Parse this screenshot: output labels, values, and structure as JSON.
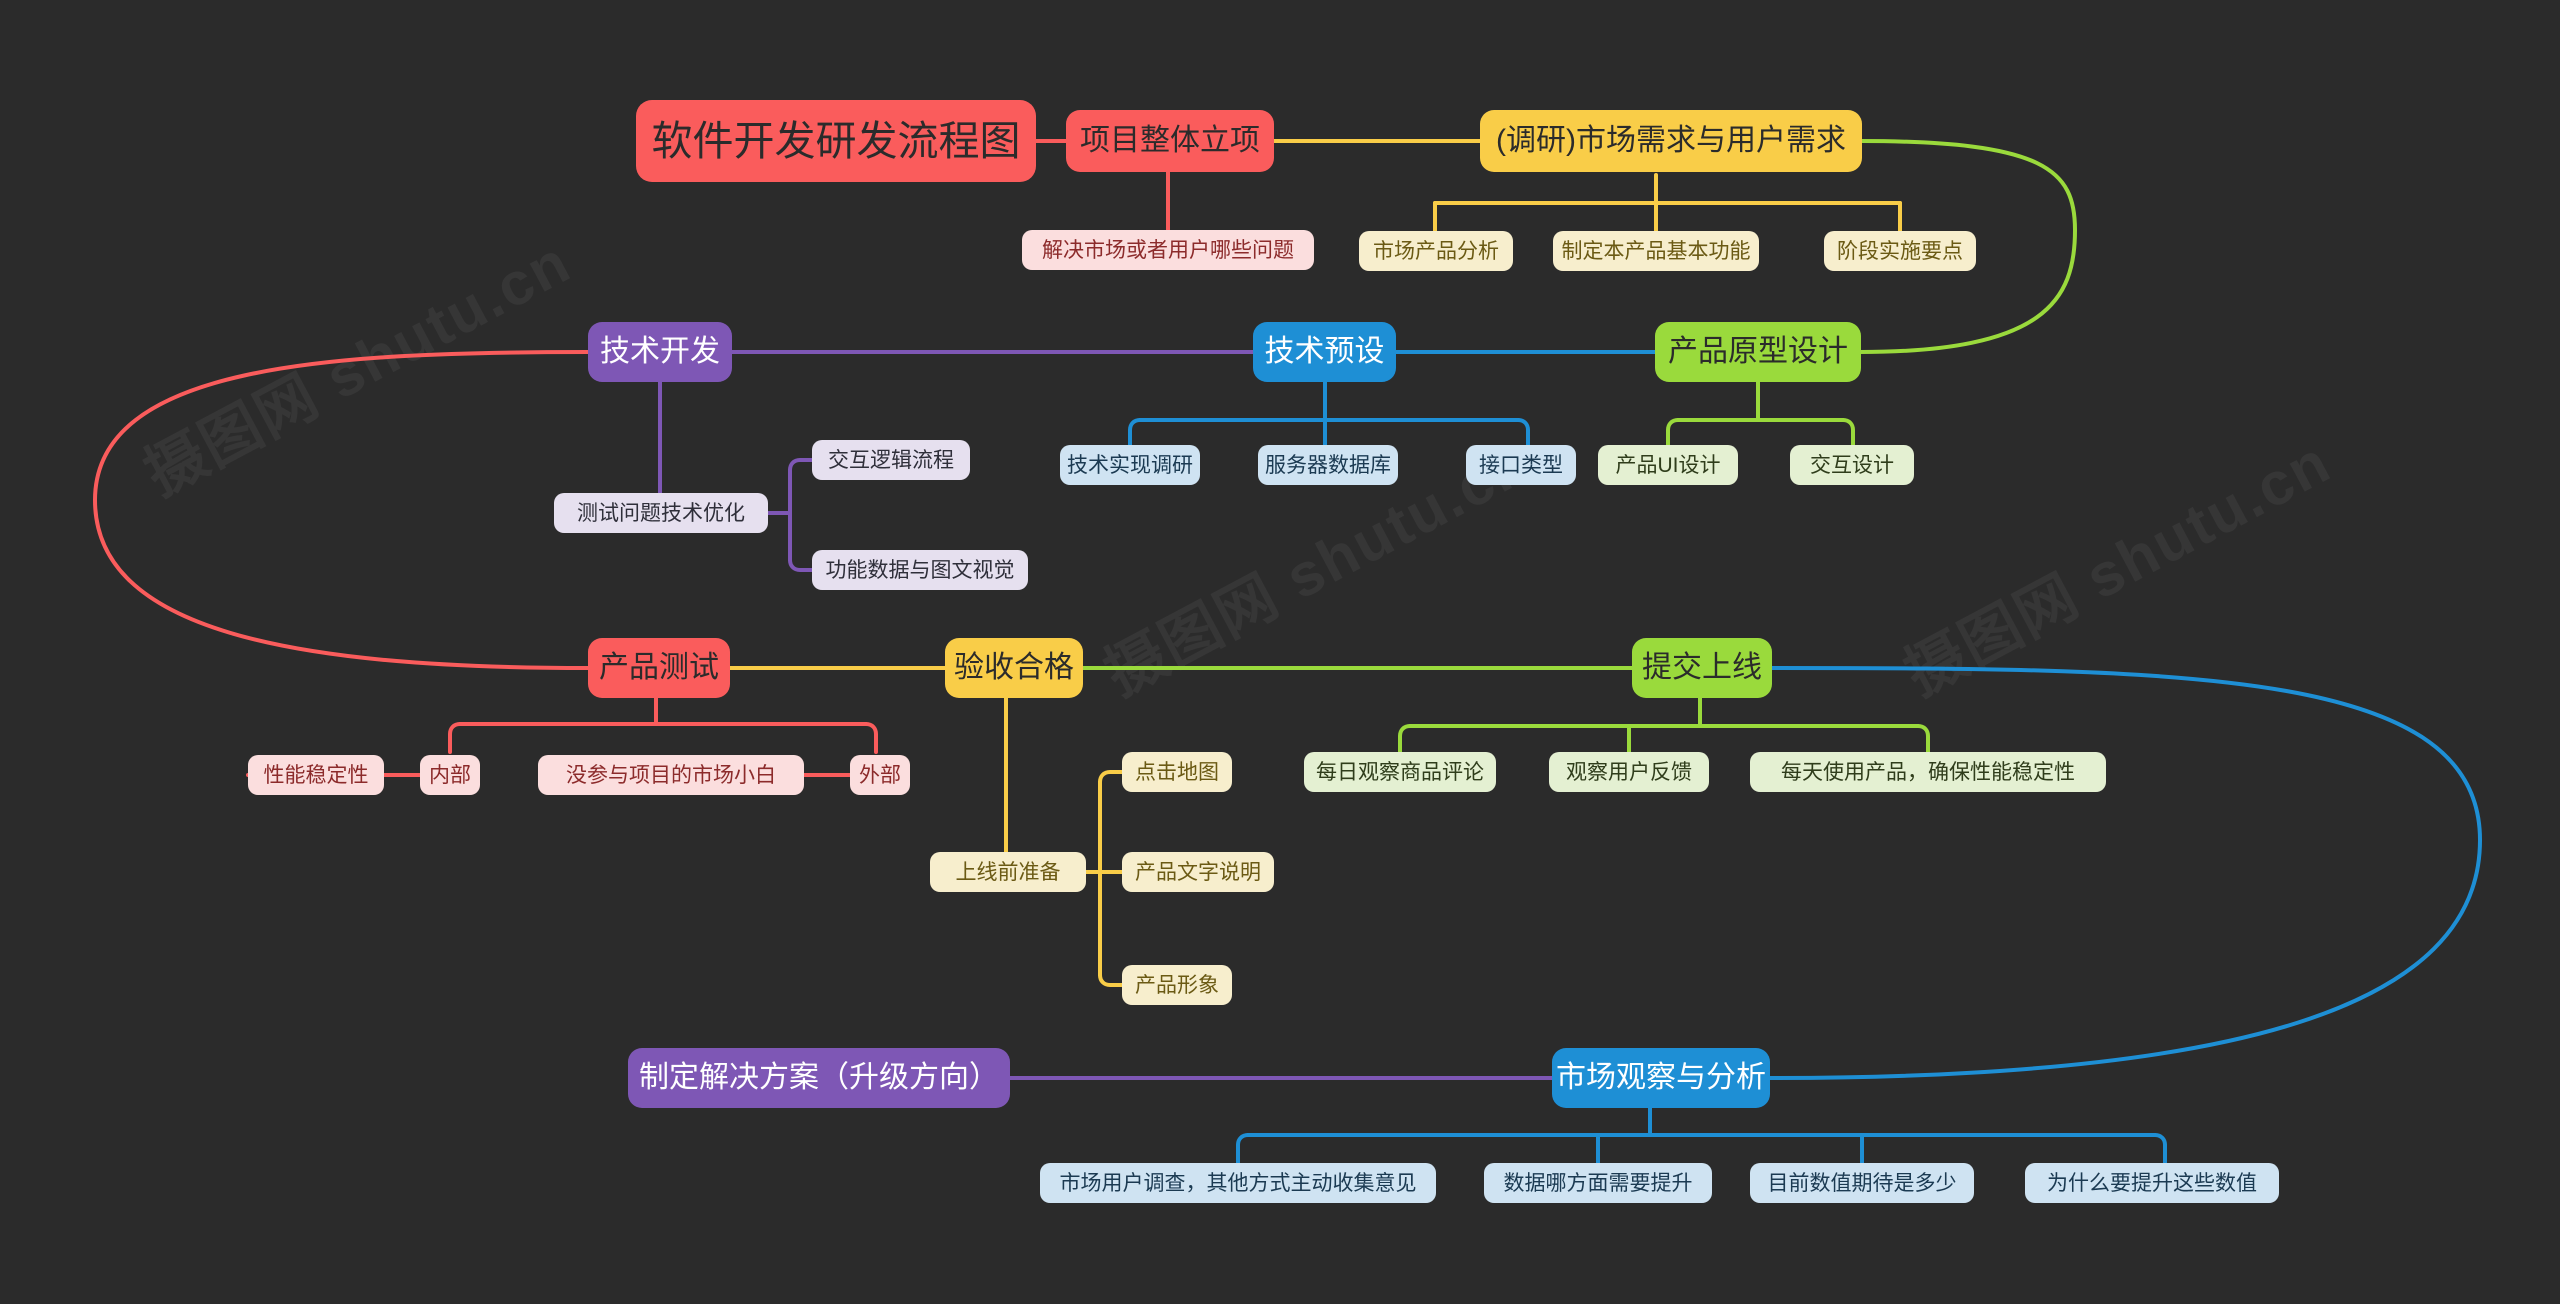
{
  "diagram": {
    "title": "软件开发研发流程图",
    "background_color": "#2b2b2b",
    "watermarks": [
      "摄图网 shutu.cn",
      "摄图网 shutu.cn",
      "摄图网 shutu.cn"
    ],
    "palette": {
      "red": "#fa5c5c",
      "yellow": "#f9cd48",
      "purple": "#7e57b5",
      "blue": "#1e8fd5",
      "green": "#9ada3c",
      "leaf_pink": "#fbdede",
      "leaf_cream": "#f7eecd",
      "leaf_lilac": "#e6e0ef",
      "leaf_skyblue": "#cfe3f2",
      "leaf_mint": "#e4f0d2"
    }
  },
  "nodes": {
    "root": "软件开发研发流程图",
    "project_setup": "项目整体立项",
    "project_setup_child": "解决市场或者用户哪些问题",
    "market_research": "(调研)市场需求与用户需求",
    "market_research_children": [
      "市场产品分析",
      "制定本产品基本功能",
      "阶段实施要点"
    ],
    "tech_dev": "技术开发",
    "tech_dev_child": "测试问题技术优化",
    "tech_dev_grandchildren": [
      "交互逻辑流程",
      "功能数据与图文视觉"
    ],
    "tech_preset": "技术预设",
    "tech_preset_children": [
      "技术实现调研",
      "服务器数据库",
      "接口类型"
    ],
    "prototype_design": "产品原型设计",
    "prototype_design_children": [
      "产品UI设计",
      "交互设计"
    ],
    "product_test": "产品测试",
    "product_test_children": [
      "内部",
      "外部"
    ],
    "product_test_grandchildren": [
      "性能稳定性",
      "没参与项目的市场小白"
    ],
    "acceptance_pass": "验收合格",
    "acceptance_pass_child": "上线前准备",
    "acceptance_pass_grandchildren": [
      "点击地图",
      "产品文字说明",
      "产品形象"
    ],
    "submit_online": "提交上线",
    "submit_online_children": [
      "每日观察商品评论",
      "观察用户反馈",
      "每天使用产品，确保性能稳定性"
    ],
    "solution_plan": "制定解决方案（升级方向）",
    "market_analysis": "市场观察与分析",
    "market_analysis_children": [
      "市场用户调查，其他方式主动收集意见",
      "数据哪方面需要提升",
      "目前数值期待是多少",
      "为什么要提升这些数值"
    ]
  }
}
